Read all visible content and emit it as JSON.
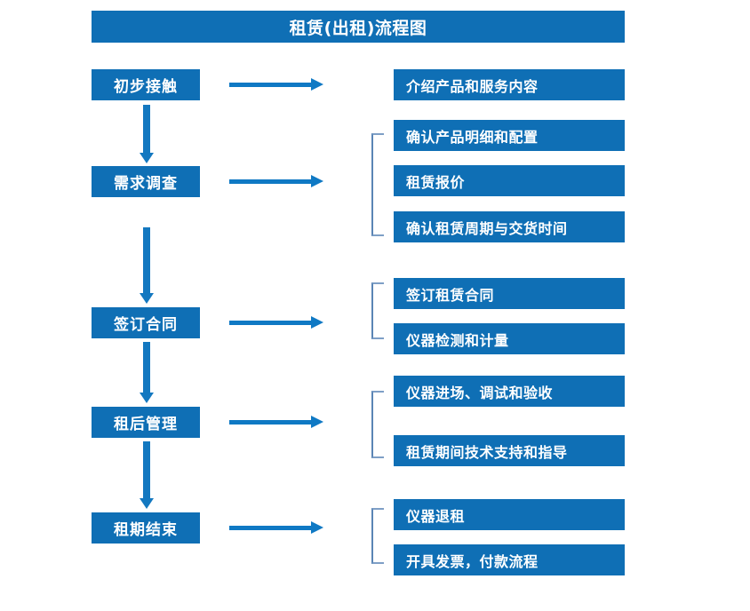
{
  "diagram": {
    "title": "租赁(出租)流程图",
    "accent_color": "#0f6fb5",
    "arrow_color": "#1378c0",
    "bracket_color": "#5b85b5",
    "background_color": "#ffffff"
  },
  "stages": [
    {
      "label": "初步接触"
    },
    {
      "label": "需求调查"
    },
    {
      "label": "签订合同"
    },
    {
      "label": "租后管理"
    },
    {
      "label": "租期结束"
    }
  ],
  "details": [
    {
      "label": "介绍产品和服务内容"
    },
    {
      "label": "确认产品明细和配置"
    },
    {
      "label": "租赁报价"
    },
    {
      "label": "确认租赁周期与交货时间"
    },
    {
      "label": "签订租赁合同"
    },
    {
      "label": "仪器检测和计量"
    },
    {
      "label": "仪器进场、调试和验收"
    },
    {
      "label": "租赁期间技术支持和指导"
    },
    {
      "label": "仪器退租"
    },
    {
      "label": "开具发票，付款流程"
    }
  ],
  "flow": {
    "stage_to_detail_arrow": "right-arrow",
    "stage_to_stage_arrow": "down-arrow",
    "group_marker": "bracket"
  }
}
